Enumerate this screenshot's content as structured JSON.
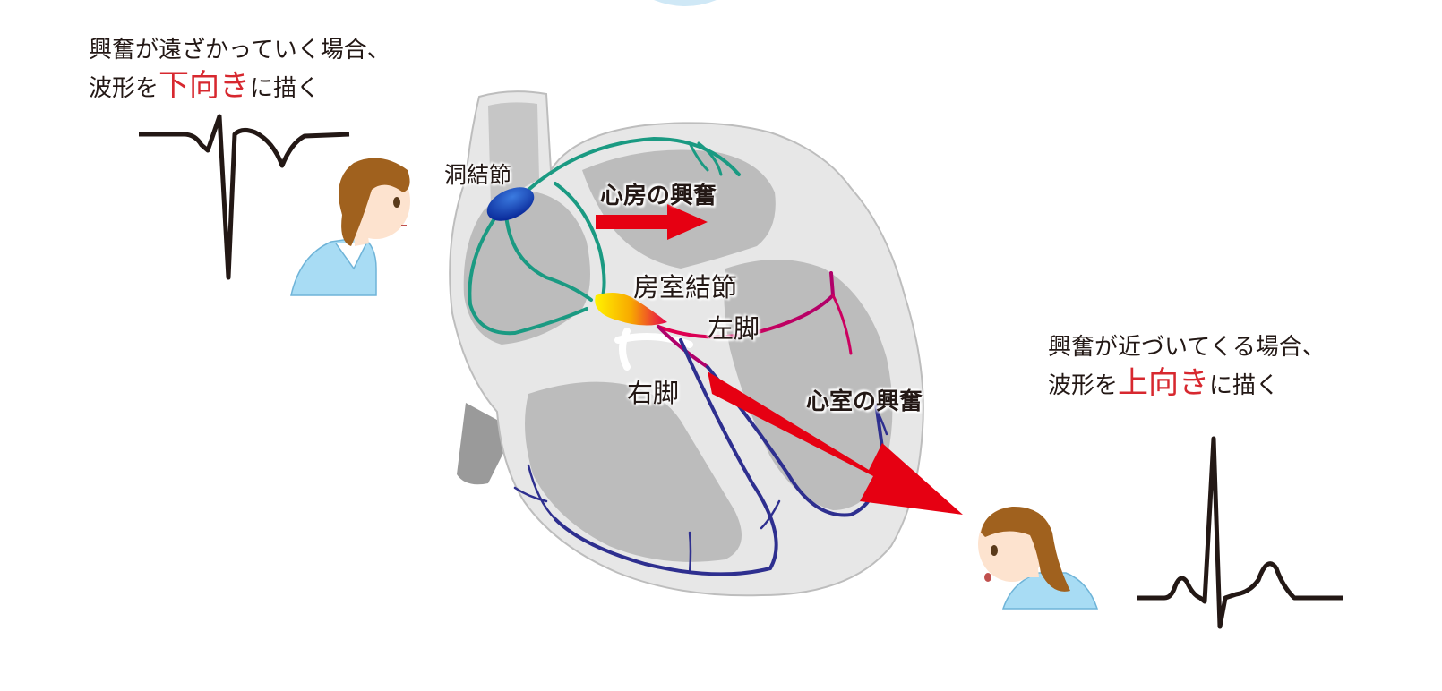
{
  "captions": {
    "away_line1": "興奮が遠ざかっていく場合、",
    "away_line2_pre": "波形を",
    "away_line2_highlight": "下向き",
    "away_line2_post": "に描く",
    "toward_line1": "興奮が近づいてくる場合、",
    "toward_line2_pre": "波形を",
    "toward_line2_highlight": "上向き",
    "toward_line2_post": "に描く"
  },
  "labels": {
    "sinus_node": "洞結節",
    "atrial_excitation": "心房の興奮",
    "av_node": "房室結節",
    "left_bundle": "左脚",
    "right_bundle": "右脚",
    "ventricular_excitation": "心室の興奮"
  },
  "colors": {
    "highlight": "#d7282f",
    "arrow": "#e60012",
    "waveform": "#231815",
    "heart_wall": "#e6e6e6",
    "heart_chamber": "#b9b9b9",
    "pathway_atrial": "#1a9a82",
    "pathway_ventricle": "#2e2f8f",
    "shirt": "#a8dcf4",
    "hair": "#a0611e"
  }
}
